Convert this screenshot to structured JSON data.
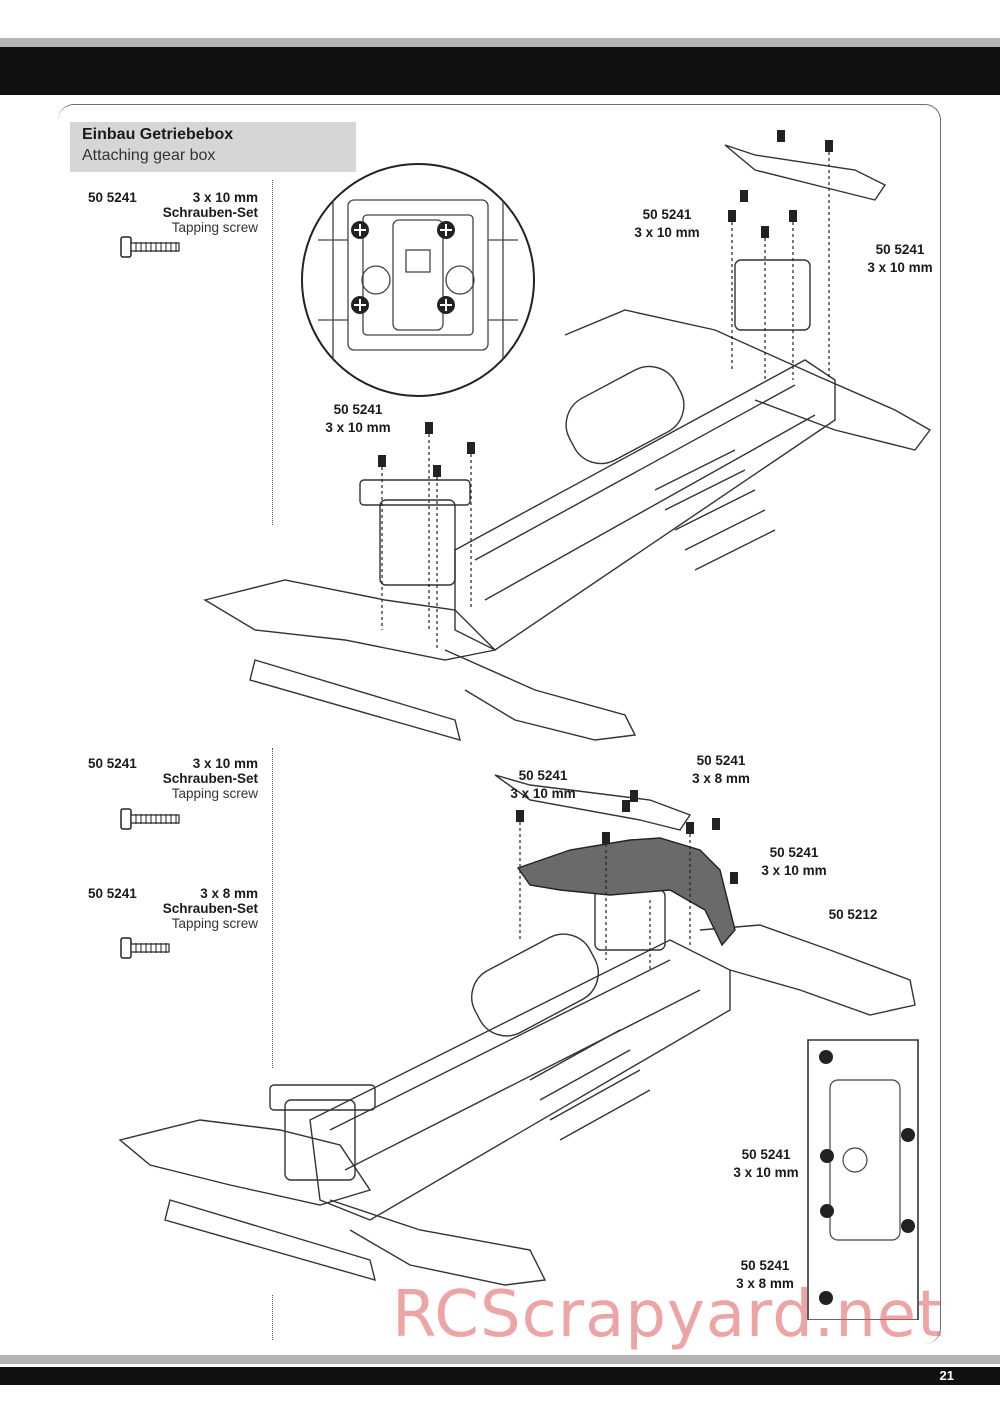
{
  "header": {
    "page_number": "21"
  },
  "section": {
    "title_de": "Einbau Getriebebox",
    "title_en": "Attaching gear box"
  },
  "step1": {
    "parts": [
      {
        "number": "50 5241",
        "size": "3 x 10 mm",
        "name_de": "Schrauben-Set",
        "name_en": "Tapping screw"
      }
    ],
    "callouts": [
      {
        "number": "50 5241",
        "size": "3 x 10 mm"
      },
      {
        "number": "50 5241",
        "size": "3 x 10 mm"
      },
      {
        "number": "50 5241",
        "size": "3 x 10 mm"
      }
    ]
  },
  "step2": {
    "parts": [
      {
        "number": "50 5241",
        "size": "3 x 10 mm",
        "name_de": "Schrauben-Set",
        "name_en": "Tapping screw"
      },
      {
        "number": "50 5241",
        "size": "3 x 8 mm",
        "name_de": "Schrauben-Set",
        "name_en": "Tapping screw"
      }
    ],
    "callouts": [
      {
        "number": "50 5241",
        "size": "3 x 10 mm"
      },
      {
        "number": "50 5241",
        "size": "3 x 8 mm"
      },
      {
        "number": "50 5241",
        "size": "3 x 10 mm"
      },
      {
        "number": "50 5212",
        "size": ""
      }
    ],
    "detail_callouts": [
      {
        "number": "50 5241",
        "size": "3 x 10 mm"
      },
      {
        "number": "50 5241",
        "size": "3 x 8 mm"
      }
    ]
  },
  "watermark": "RCScrapyard.net"
}
